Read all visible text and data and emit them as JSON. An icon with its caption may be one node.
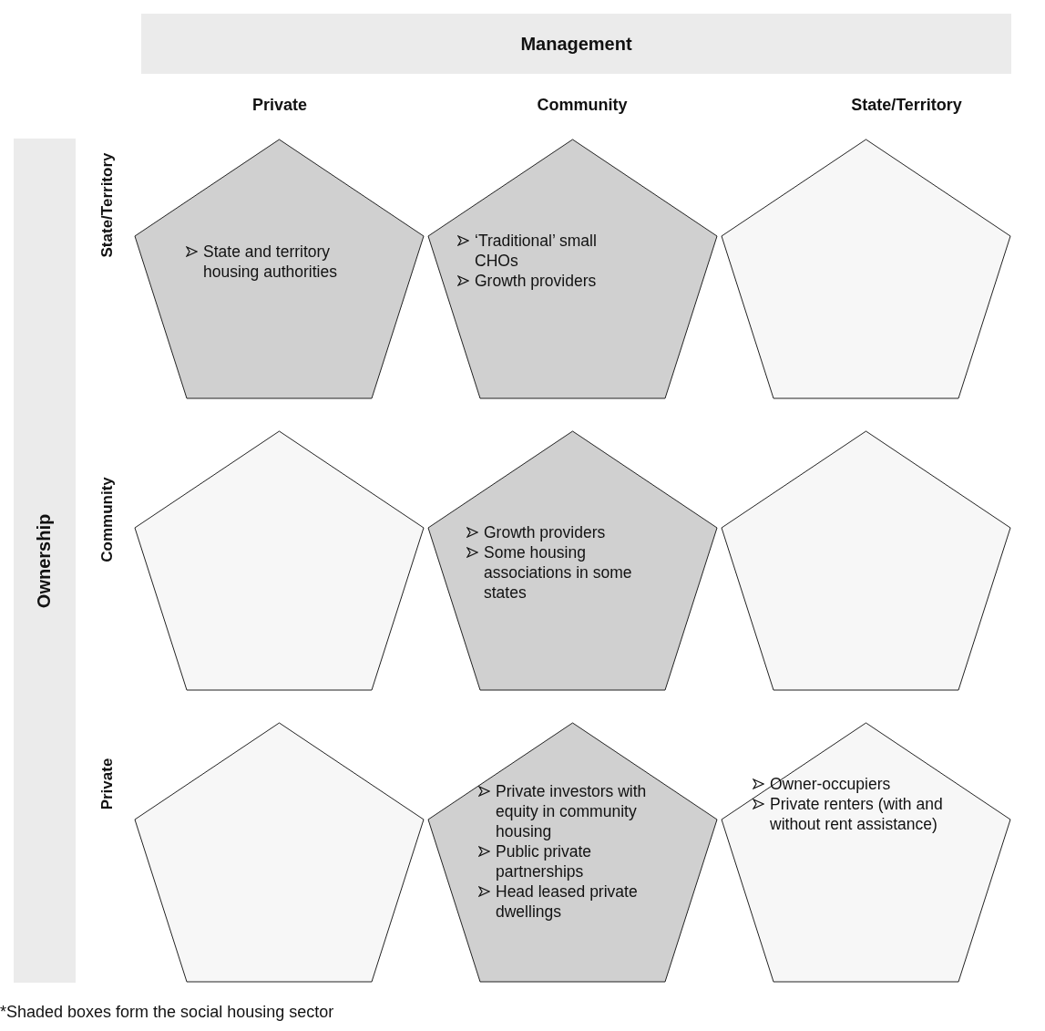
{
  "diagram": {
    "caption": "*Shaded boxes form the social housing sector",
    "nodes": [
      {
        "text": [
          "Management"
        ]
      },
      {
        "text": [
          "Ownership"
        ]
      },
      {
        "text": [
          "State and territory housing authorities"
        ]
      },
      {
        "text": [
          "‘Traditional’ small CHOs",
          "Growth providers"
        ]
      },
      {
        "text": [],
        "shape": "pentagon"
      },
      {
        "text": [],
        "shape": "pentagon"
      },
      {
        "text": [
          "Growth providers",
          "Some housing associations in some states"
        ]
      },
      {
        "text": [],
        "shape": "pentagon"
      },
      {
        "text": [],
        "shape": "pentagon"
      },
      {
        "text": [
          "Private investors with equity in community housing",
          "Public private partnerships",
          "Head leased private dwellings"
        ]
      },
      {
        "text": [
          "Owner-occupiers",
          "Private renters (with and without rent assistance)"
        ]
      }
    ],
    "labels": [
      "Private",
      "Community",
      "State/Territory",
      "State/Territory",
      "Community",
      "Private"
    ]
  }
}
